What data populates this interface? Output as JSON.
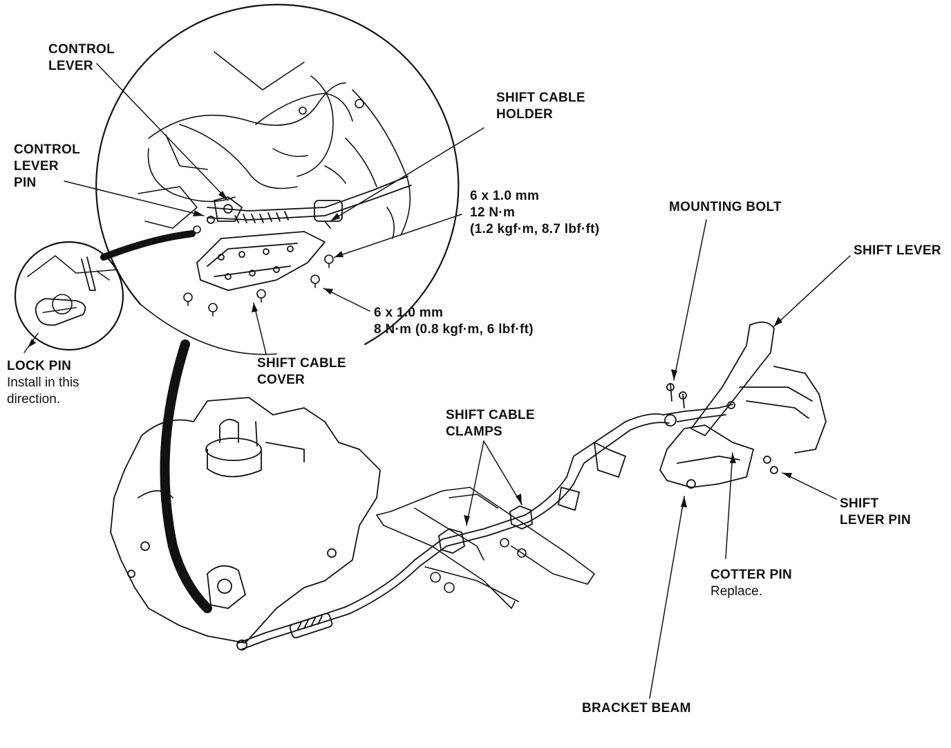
{
  "labels": {
    "control_lever": [
      "CONTROL",
      "LEVER"
    ],
    "control_lever_pin": [
      "CONTROL",
      "LEVER",
      "PIN"
    ],
    "lock_pin": {
      "title": "LOCK PIN",
      "note": [
        "Install in this",
        "direction."
      ]
    },
    "shift_cable_holder": [
      "SHIFT CABLE",
      "HOLDER"
    ],
    "torque_upper": [
      "6 x 1.0 mm",
      "12 N·m",
      "(1.2 kgf·m, 8.7 lbf·ft)"
    ],
    "torque_lower": [
      "6 x 1.0 mm",
      "8 N·m (0.8 kgf·m, 6 lbf·ft)"
    ],
    "shift_cable_cover": [
      "SHIFT CABLE",
      "COVER"
    ],
    "mounting_bolt": "MOUNTING BOLT",
    "shift_lever": "SHIFT LEVER",
    "shift_cable_clamps": [
      "SHIFT CABLE",
      "CLAMPS"
    ],
    "shift_lever_pin": [
      "SHIFT",
      "LEVER PIN"
    ],
    "cotter_pin": {
      "title": "COTTER PIN",
      "note": "Replace."
    },
    "bracket_beam": "BRACKET BEAM"
  },
  "colors": {
    "ink": "#111111",
    "paper": "#ffffff"
  }
}
